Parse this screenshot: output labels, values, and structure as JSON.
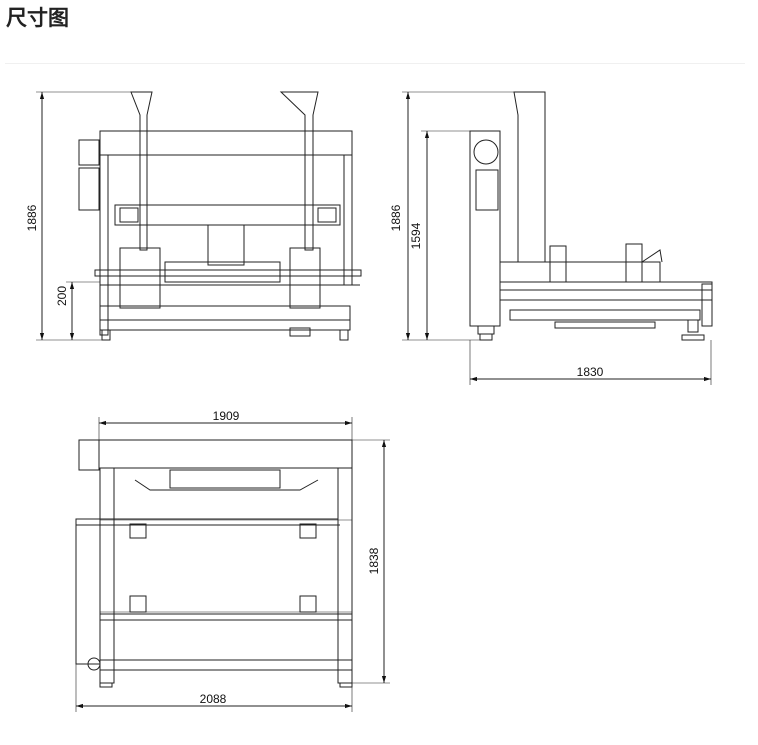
{
  "page": {
    "title": "尺寸图"
  },
  "views": {
    "front": {
      "height_total": "1886",
      "height_lower": "200"
    },
    "side": {
      "height_total": "1886",
      "height_inner": "1594",
      "width": "1830"
    },
    "top": {
      "width_upper": "1909",
      "depth": "1838",
      "width_lower": "2088"
    }
  }
}
